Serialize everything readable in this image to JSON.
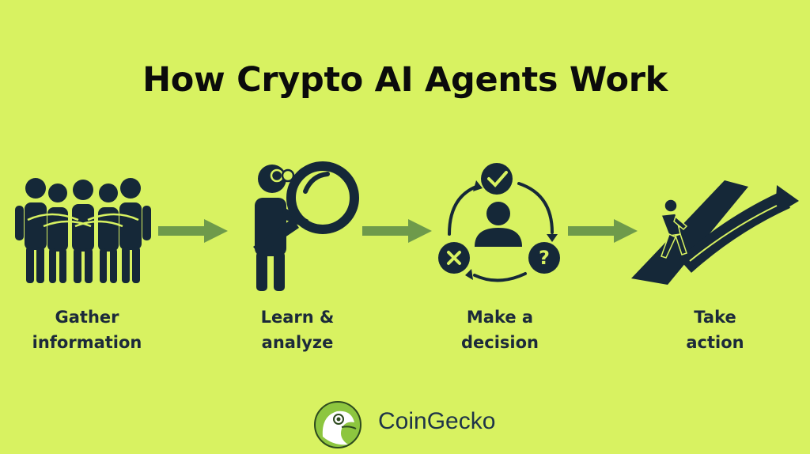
{
  "title": "How Crypto AI Agents Work",
  "steps": [
    {
      "line1": "Gather",
      "line2": "information",
      "icon": "group-hug-icon"
    },
    {
      "line1": "Learn &",
      "line2": "analyze",
      "icon": "magnifying-glass-person-icon"
    },
    {
      "line1": "Make a",
      "line2": "decision",
      "icon": "decision-cycle-icon"
    },
    {
      "line1": "Take",
      "line2": "action",
      "icon": "person-climbing-arrow-icon"
    }
  ],
  "brand": {
    "name": "CoinGecko",
    "logo": "coingecko-logo-icon"
  },
  "colors": {
    "background": "#d8f261",
    "icon": "#152838",
    "arrow": "#6e9a4b",
    "text": "#1c2a3a"
  }
}
